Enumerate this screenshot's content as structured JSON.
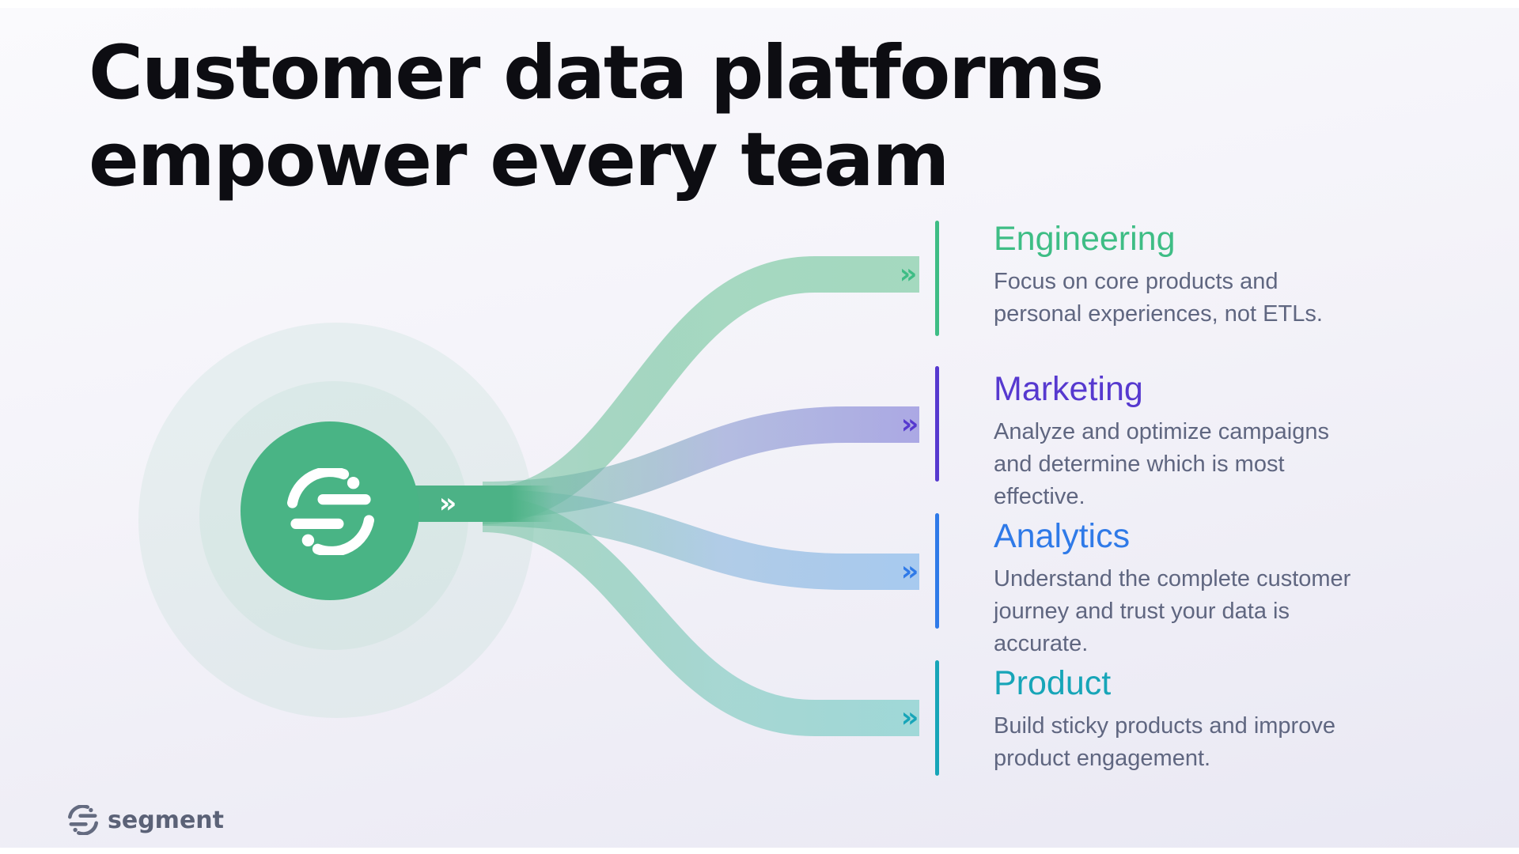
{
  "title": {
    "line1": "Customer data platforms",
    "line2": "empower every team"
  },
  "hub": {
    "logo": "segment-mark",
    "chevron": "»",
    "circle_color": "#49b485"
  },
  "branches": [
    {
      "label": "Engineering",
      "description": "Focus on core products and\npersonal experiences, not ETLs.",
      "accent": "#3ebd85",
      "ribbon_color": "#a2d8bd",
      "chevron": "»"
    },
    {
      "label": "Marketing",
      "description": "Analyze and optimize campaigns\nand determine which is most\neffective.",
      "accent": "#5639cf",
      "ribbon_color": "#a9a6e3",
      "chevron": "»"
    },
    {
      "label": "Analytics",
      "description": "Understand the complete customer\njourney and trust your data is\naccurate.",
      "accent": "#2f7ae8",
      "ribbon_color": "#a5c9ef",
      "chevron": "»"
    },
    {
      "label": "Product",
      "description": "Build sticky products and improve\nproduct engagement.",
      "accent": "#17a5b8",
      "ribbon_color": "#9dd7d7",
      "chevron": "»"
    }
  ],
  "footer": {
    "brand": "segment"
  },
  "colors": {
    "background_top": "#fafafd",
    "background_bottom": "#e9e8f3",
    "title_text": "#0d0d12",
    "body_text": "#5f6680",
    "hub_green": "#49b485"
  }
}
